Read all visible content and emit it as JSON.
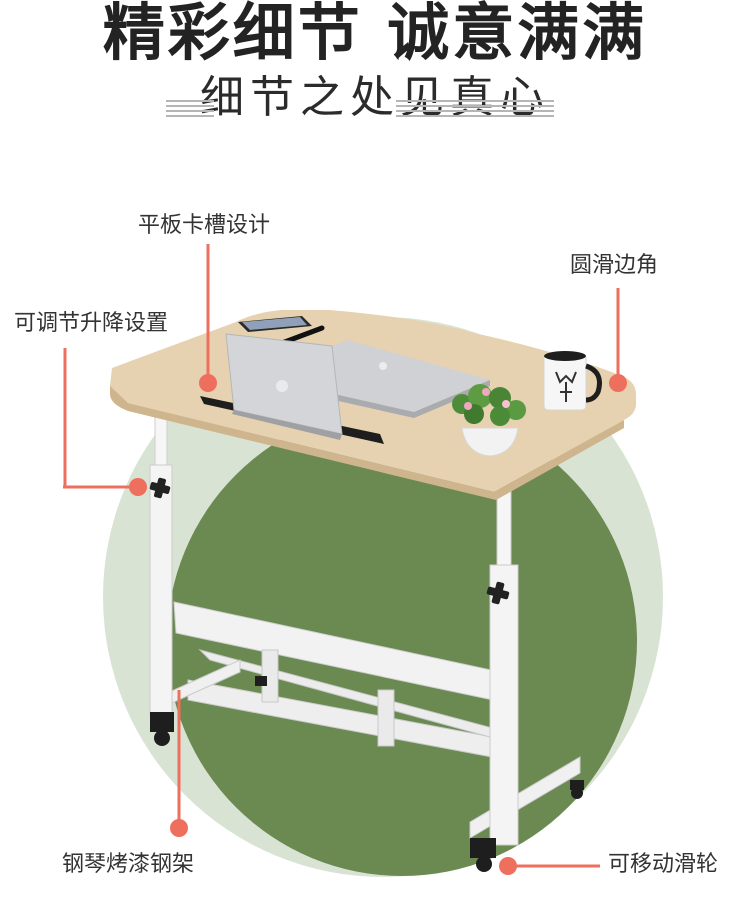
{
  "header": {
    "title": "精彩细节 诚意满满",
    "subtitle": "细节之处见真心"
  },
  "callouts": {
    "tablet_slot": "平板卡槽设计",
    "rounded_edge": "圆滑边角",
    "height_adjust": "可调节升降设置",
    "steel_frame": "钢琴烤漆钢架",
    "casters": "可移动滑轮"
  },
  "colors": {
    "accent": "#ee6f5d",
    "circle_outer": "#d9e3d3",
    "circle_inner": "#6a8a52",
    "desk_top": "#e6d2b0",
    "frame": "#f4f4f4"
  }
}
